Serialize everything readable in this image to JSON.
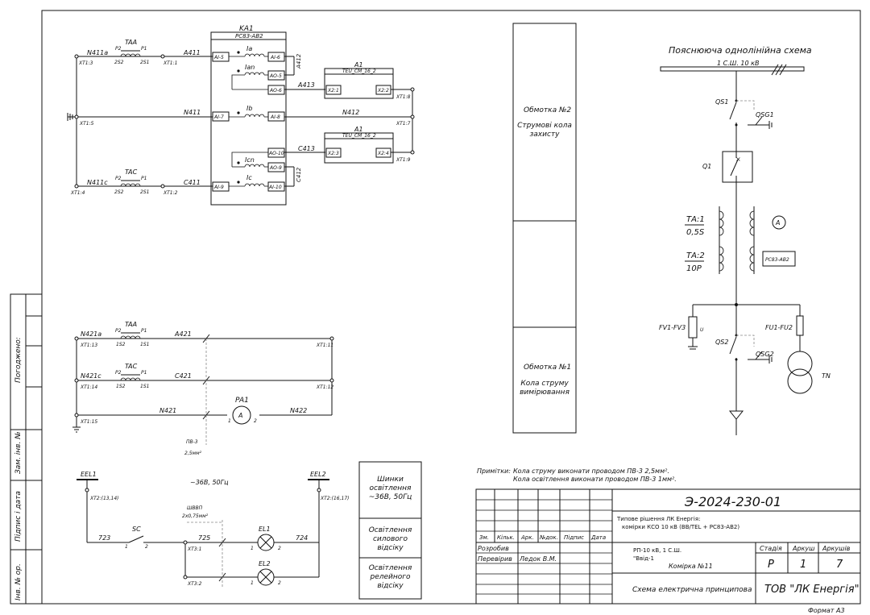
{
  "current_circuits": {
    "relay": {
      "ref": "KA1",
      "model": "РС83-АВ2",
      "ports": [
        "AI-5",
        "AI-6",
        "AO-5",
        "AO-6",
        "AI-7",
        "AI-8",
        "AO-10",
        "AO-9",
        "AI-9",
        "AI-10"
      ]
    },
    "coils": [
      "Ia",
      "Ian",
      "Ib",
      "Icn",
      "Ic"
    ],
    "a1_top": {
      "ref": "A1",
      "model": "TEU_CM_16_2",
      "left": "X2:1",
      "right": "X2:2"
    },
    "a1_bottom": {
      "ref": "A1",
      "model": "TEU_CM_16_2",
      "left": "X2:3",
      "right": "X2:4"
    },
    "wires": {
      "n411a": "N411a",
      "a411": "A411",
      "n411": "N411",
      "n412": "N412",
      "n411c": "N411c",
      "c411": "C411",
      "a412": "A412",
      "a413": "A413",
      "c412": "C412",
      "c413": "C413"
    },
    "terminals": {
      "t13": "XT1:3",
      "t11": "XT1:1",
      "t15": "XT1:5",
      "t14": "XT1:4",
      "t12": "XT1:2",
      "t18": "XT1:8",
      "t17": "XT1:7",
      "t19": "XT1:9"
    },
    "ta_a": {
      "name": "TAA",
      "p2": "P2",
      "p1": "P1",
      "s2": "2S2",
      "s1": "2S1"
    },
    "ta_c": {
      "name": "TAC",
      "p2": "P2",
      "p1": "P1",
      "s2": "2S2",
      "s1": "2S1"
    }
  },
  "meter_circuits": {
    "wires": {
      "n421a": "N421a",
      "a421": "A421",
      "n421c": "N421c",
      "c421": "C421",
      "n421": "N421",
      "n422": "N422"
    },
    "terminals": {
      "t13": "XT1:13",
      "t11": "XT1:11",
      "t14": "XT1:14",
      "t12": "XT1:12",
      "t15": "XT1:15"
    },
    "ta_a": {
      "name": "TAA",
      "p2": "P2",
      "p1": "P1",
      "s2": "1S2",
      "s1": "1S1"
    },
    "ta_c": {
      "name": "TAC",
      "p2": "P2",
      "p1": "P1",
      "s2": "1S2",
      "s1": "1S1"
    },
    "meter": {
      "ref": "PA1",
      "symbol": "A",
      "pin1": "1",
      "pin2": "2"
    },
    "cable": {
      "type": "ПВ-3",
      "section": "2,5мм²"
    }
  },
  "lighting": {
    "bus1": "EEL1",
    "bus2": "EEL2",
    "voltage": "~36В, 50Гц",
    "xt_left": "XT2:(13,14)",
    "xt_right": "XT2:(16,17)",
    "cable": {
      "type": "ШВВП",
      "section": "2х0,75мм²"
    },
    "switch": {
      "ref": "SC",
      "pin1": "1",
      "pin2": "2"
    },
    "wires": {
      "w723": "723",
      "w725": "725",
      "w724": "724"
    },
    "el1": {
      "ref": "EL1",
      "pin1": "1",
      "pin2": "2"
    },
    "el2": {
      "ref": "EL2",
      "pin1": "1",
      "pin2": "2"
    },
    "xt31": "XT3:1",
    "xt32": "XT3:2"
  },
  "middle_column": {
    "top_title": "Обмотка №2",
    "top_sub": "Струмові кола захисту",
    "bottom_title": "Обмотка №1",
    "bottom_sub": "Кола струму вимірювання"
  },
  "lighting_legend": [
    "Шинки освітлення ~36В, 50Гц",
    "Освітлення силового відсіку",
    "Освітлення релейного відсіку"
  ],
  "single_line": {
    "title": "Пояснююча однолінійна схема",
    "bus": "1 С.Ш. 10 кВ",
    "qs1": "QS1",
    "qsg1": "QSG1",
    "q1": "Q1",
    "ta1_top": "ТА:1",
    "ta1_bottom": "0,5S",
    "ta2_top": "ТА:2",
    "ta2_bottom": "10Р",
    "ammeter": "A",
    "relay": "РС83-АВ2",
    "fv": "FV1-FV3",
    "fu": "FU1-FU2",
    "qs2": "QS2",
    "qsg2": "QSG2",
    "tn": "TN",
    "u": "U"
  },
  "notes": {
    "label": "Примітки:",
    "line1": "Кола струму виконати проводом ПВ-3 2,5мм².",
    "line2": "Кола освітлення виконати проводом ПВ-3 1мм²."
  },
  "side_stamp": {
    "agreed": "Погоджено:",
    "inv_repl": "Зам. інв. №",
    "sign_date": "Підпис і дата",
    "inv_orig": "Інв. № ор."
  },
  "title_block": {
    "doc_code": "Э-2024-230-01",
    "desc1": "Типове рішення ЛК Енергія:",
    "desc2": "комірки КСО 10 кВ (ВВ/TEL + РС83-АВ2)",
    "headers": [
      "Зм.",
      "Кільк.",
      "Арк.",
      "№док.",
      "Підпис",
      "Дата"
    ],
    "role1": "Розробив",
    "role2": "Перевірив",
    "name2": "Ледок В.М.",
    "obj1": "РП-10 кВ, 1 С.Ш.",
    "obj2": "\"Ввід-1",
    "obj3": "Комірка №11",
    "stage_h": "Стадія",
    "sheet_h": "Аркуш",
    "sheets_h": "Аркушів",
    "stage": "Р",
    "sheet": "1",
    "sheets": "7",
    "drawing_name": "Схема електрична принципова",
    "company": "ТОВ \"ЛК Енергія\"",
    "format": "Формат А3"
  }
}
